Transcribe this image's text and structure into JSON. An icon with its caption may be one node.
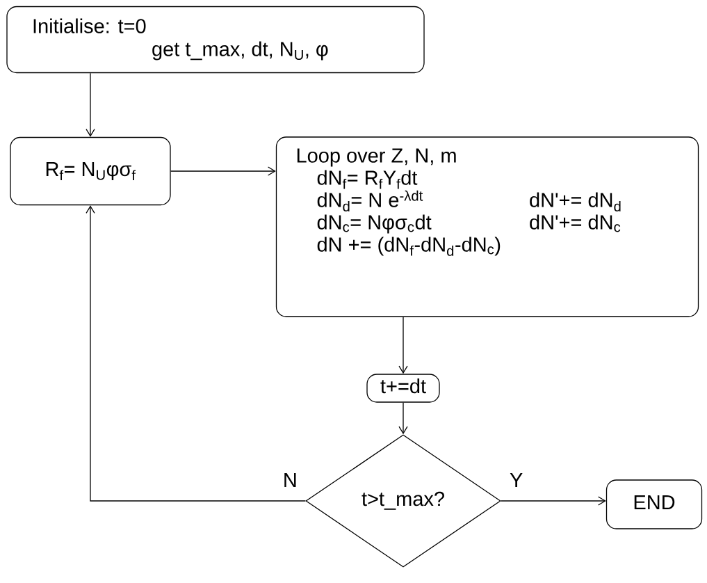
{
  "diagram": {
    "nodes": [
      {
        "text": [
          "Initialise: t=0",
          "get t_max, dt, N$_{U}$, φ"
        ]
      },
      {
        "text": [
          "R$_{f}$= N$_{U}$φσ$_{f}$"
        ]
      },
      {
        "text": [
          "Loop over Z, N, m",
          "dN$_{f}$= R$_{f}$Y$_{f}$dt",
          "dN$_{d}$= N e$^{-λdt}$",
          "dN'+= dN$_{d}$",
          "dN$_{c}$= Nφσ$_{c}$dt",
          "dN'+= dN$_{c}$",
          "dN += (dN$_{f}$-dN$_{d}$-dN$_{c}$)"
        ]
      },
      {
        "text": [
          "t+=dt"
        ]
      },
      {
        "text": [
          "t>t_max?"
        ]
      },
      {
        "text": [
          "END"
        ]
      }
    ],
    "edges": [
      {
        "from": 0,
        "to": 1,
        "arrow": "to"
      },
      {
        "from": 1,
        "to": 2,
        "arrow": "to"
      },
      {
        "from": 2,
        "to": 3,
        "arrow": "to"
      },
      {
        "from": 3,
        "to": 4,
        "arrow": "to"
      },
      {
        "from": 4,
        "to": 1,
        "arrow": "to",
        "label": "N"
      },
      {
        "from": 4,
        "to": 5,
        "arrow": "to",
        "label": "Y"
      }
    ]
  }
}
